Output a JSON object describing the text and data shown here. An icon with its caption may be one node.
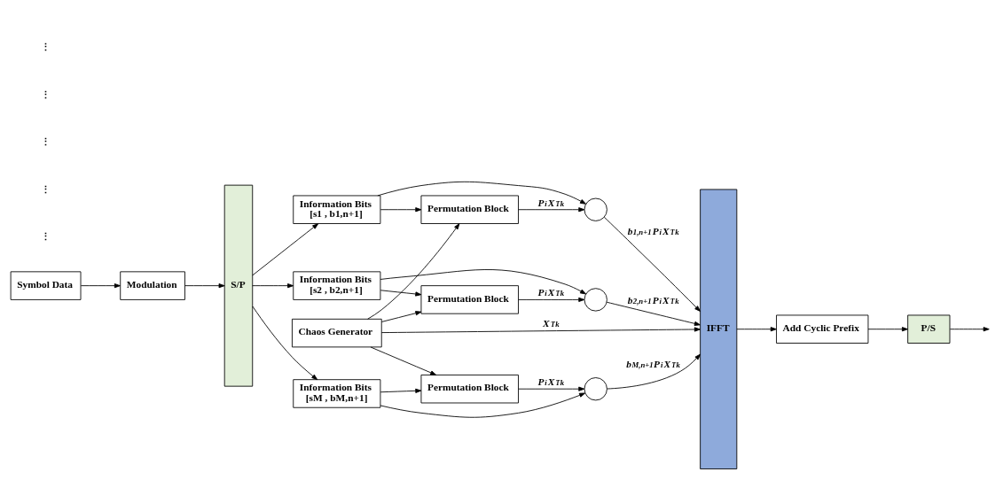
{
  "diagram": {
    "nodes": [
      {
        "text": [
          "Symbol Data"
        ]
      },
      {
        "text": [
          "Modulation"
        ]
      },
      {
        "text": [
          "S/P"
        ]
      },
      {
        "text": [
          "Chaos Generator"
        ]
      },
      {
        "text": [
          "Information Bits",
          "[s1 , b1,n+1]"
        ]
      },
      {
        "text": [
          "Permutation Block"
        ]
      },
      {
        "text": [],
        "shape": "circle"
      },
      {
        "text": [
          "Information Bits",
          "[s2 , b2,n+1]"
        ]
      },
      {
        "text": [
          "Permutation Block"
        ]
      },
      {
        "text": [],
        "shape": "circle"
      },
      {
        "text": [
          "Information Bits",
          "[sM , bM,n+1]"
        ]
      },
      {
        "text": [
          "Permutation Block"
        ]
      },
      {
        "text": [],
        "shape": "circle"
      },
      {
        "text": [
          "IFFT"
        ]
      },
      {
        "text": [
          "Add Cyclic Prefix"
        ]
      },
      {
        "text": [
          "P/S"
        ]
      }
    ],
    "edges": [
      {
        "from": 0,
        "to": 1,
        "arrow": "to"
      },
      {
        "from": 1,
        "to": 2,
        "arrow": "to"
      },
      {
        "from": 2,
        "to": 4,
        "arrow": "to"
      },
      {
        "from": 2,
        "to": 7,
        "arrow": "to"
      },
      {
        "from": 2,
        "to": 10,
        "arrow": "to"
      },
      {
        "from": 3,
        "to": 13,
        "arrow": "to",
        "label": "X$^{T}$$_{k}$"
      },
      {
        "from": 3,
        "to": 5,
        "arrow": "to"
      },
      {
        "from": 3,
        "to": 8,
        "arrow": "to"
      },
      {
        "from": 3,
        "to": 11,
        "arrow": "to"
      },
      {
        "from": 4,
        "to": 5,
        "arrow": "to"
      },
      {
        "from": 5,
        "to": 6,
        "arrow": "to",
        "label": "P$_{i}$X$^{T}$$_{k}$"
      },
      {
        "from": 4,
        "to": 6,
        "arrow": "to"
      },
      {
        "from": 6,
        "to": 13,
        "arrow": "to",
        "label": "b$_{1,n+1}$P$_{i}$X$^{T}$$_{k}$"
      },
      {
        "from": 7,
        "to": 8,
        "arrow": "to"
      },
      {
        "from": 8,
        "to": 9,
        "arrow": "to",
        "label": "P$_{i}$X$^{T}$$_{k}$"
      },
      {
        "from": 7,
        "to": 9,
        "arrow": "to"
      },
      {
        "from": 9,
        "to": 13,
        "arrow": "to",
        "label": "b$_{2,n+1}$P$_{i}$X$^{T}$$_{k}$"
      },
      {
        "from": 10,
        "to": 11,
        "arrow": "to"
      },
      {
        "from": 11,
        "to": 12,
        "arrow": "to",
        "label": "P$_{i}$X$^{T}$$_{k}$"
      },
      {
        "from": 10,
        "to": 12,
        "arrow": "to"
      },
      {
        "from": 12,
        "to": 13,
        "arrow": "to",
        "label": "b$_{M,n+1}$P$_{i}$X$^{T}$$_{k}$"
      },
      {
        "from": 13,
        "to": 14,
        "arrow": "to"
      },
      {
        "from": 14,
        "to": 15,
        "arrow": "to"
      },
      {
        "from": 15,
        "to": null,
        "arrow": "to"
      }
    ],
    "labels": [
      "⋮",
      "⋮",
      "⋮",
      "⋮",
      "⋮"
    ]
  }
}
